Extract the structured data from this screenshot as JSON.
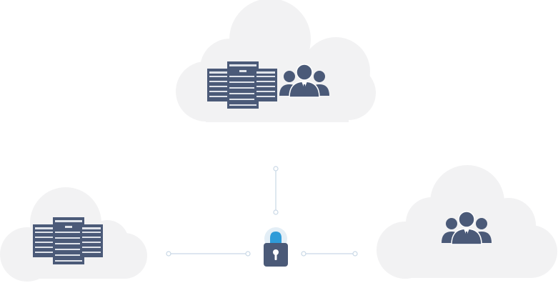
{
  "diagram": {
    "nodes": [
      {
        "id": "cloud-top",
        "icons": [
          "server-rack-icon",
          "users-group-icon"
        ]
      },
      {
        "id": "cloud-left",
        "icons": [
          "server-rack-icon"
        ]
      },
      {
        "id": "cloud-right",
        "icons": [
          "users-group-icon"
        ]
      },
      {
        "id": "security-lock",
        "icons": [
          "padlock-icon"
        ]
      }
    ],
    "edges": [
      {
        "from": "cloud-top",
        "to": "security-lock"
      },
      {
        "from": "cloud-left",
        "to": "security-lock"
      },
      {
        "from": "security-lock",
        "to": "cloud-right"
      }
    ]
  },
  "colors": {
    "cloud_fill": "#f2f2f3",
    "cloud_edge": "#e9e9ea",
    "icon_fill": "#4b5a78",
    "icon_stripe": "#dfe3ea",
    "connector": "#c9d8e6",
    "lock_accent": "#2f9bd8",
    "lock_halo": "#e3eef6"
  }
}
